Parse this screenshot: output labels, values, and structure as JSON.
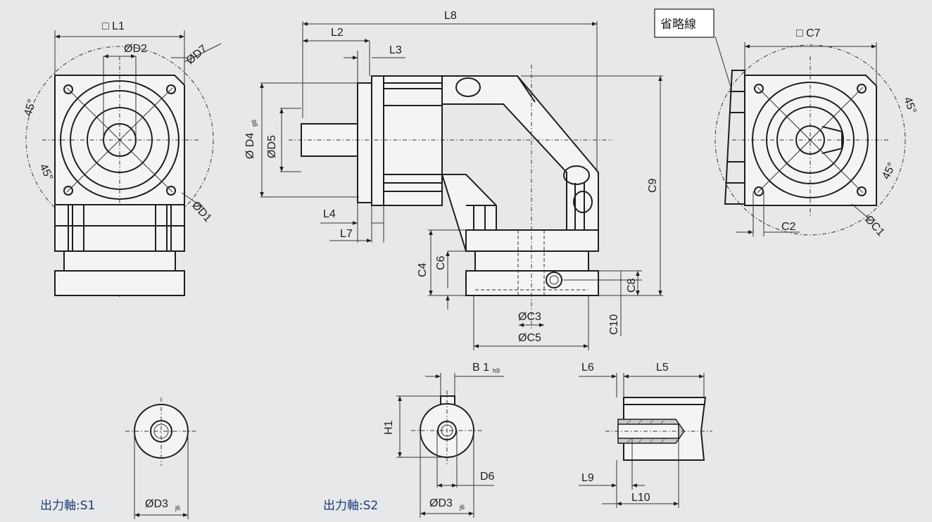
{
  "labels": {
    "L1": "□ L1",
    "D2": "ØD2",
    "D7": "ØD7",
    "ang1": "45°",
    "ang2": "45°",
    "D1": "ØD1",
    "L8": "L8",
    "L2": "L2",
    "L3": "L3",
    "D4": "Ø D4",
    "D4_sub": "g6",
    "D5": "ØD5",
    "L4": "L4",
    "L7": "L7",
    "C4": "C4",
    "C6": "C6",
    "C3": "ØC3",
    "C5": "ØC5",
    "C8": "C8",
    "C9": "C9",
    "C10": "C10",
    "C7": "□ C7",
    "ang3": "45°",
    "ang4": "45°",
    "C2": "C2",
    "C1": "ØC1",
    "B1": "B 1",
    "B1_sub": "h9",
    "H1": "H1",
    "D6": "D6",
    "D3a": "ØD3",
    "D3a_sub": "j6",
    "D3b": "ØD3",
    "D3b_sub": "j6",
    "L6": "L6",
    "L5": "L5",
    "L9": "L9",
    "L10": "L10"
  },
  "callout": "省略線",
  "captions": {
    "s1": "出力軸:S1",
    "s2": "出力軸:S2"
  }
}
